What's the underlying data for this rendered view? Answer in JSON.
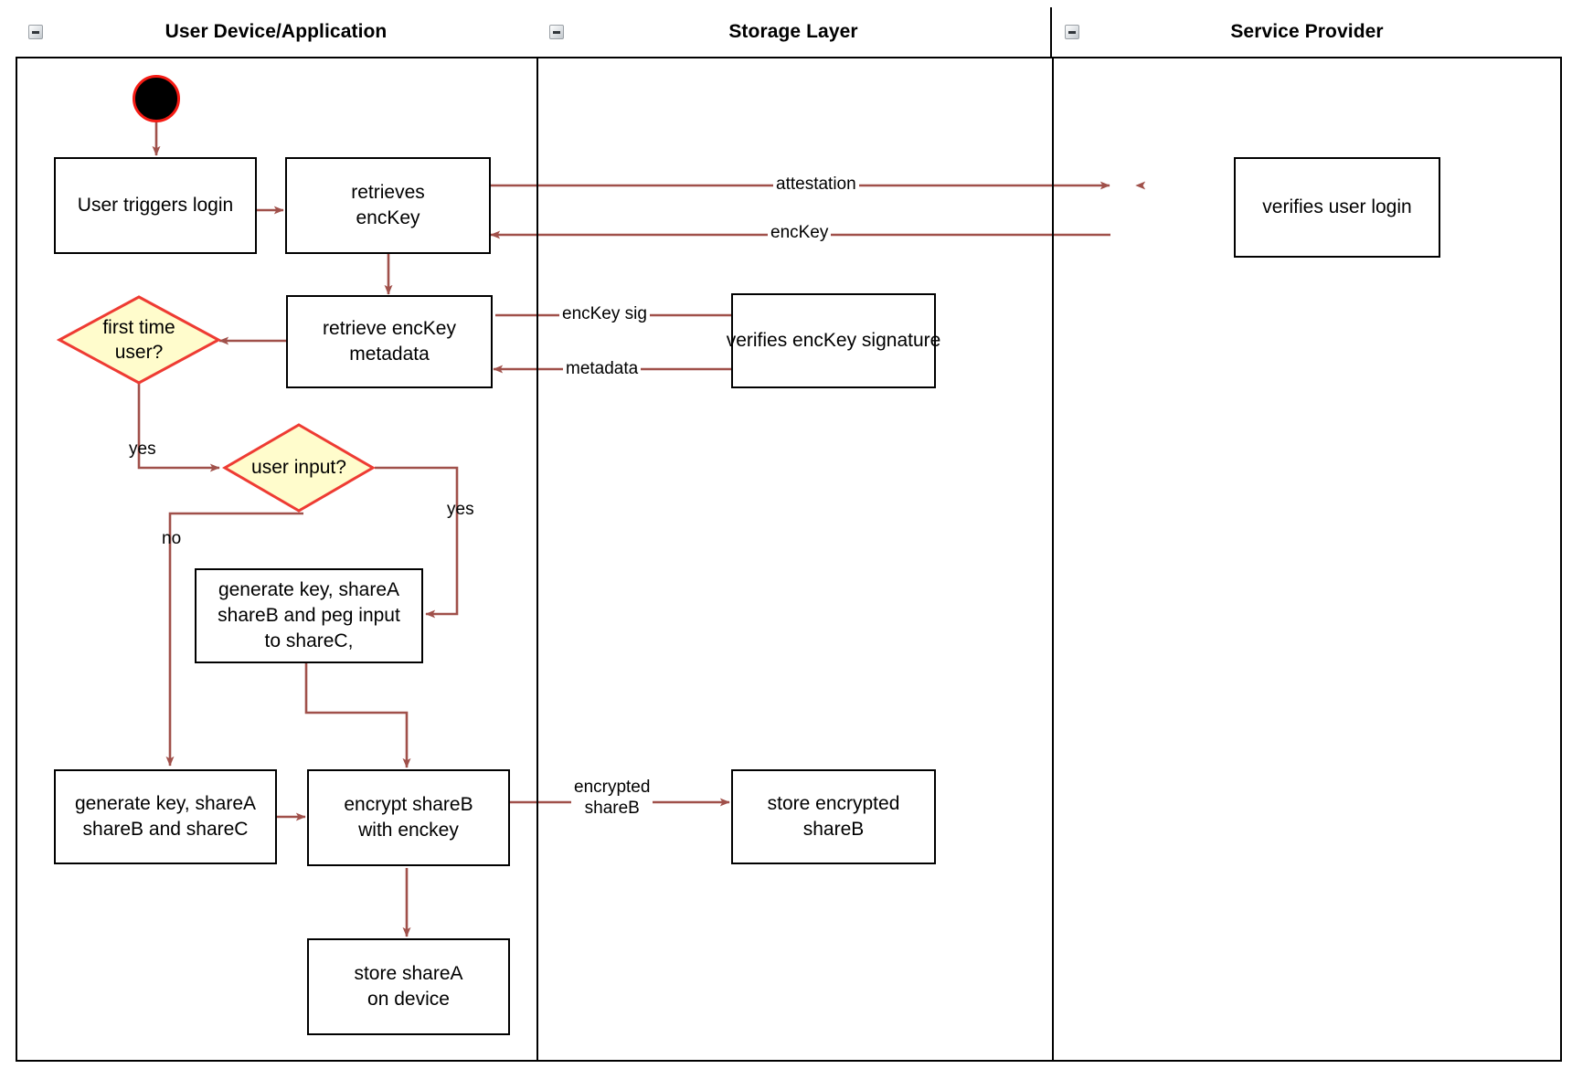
{
  "diagram": {
    "type": "uml-activity-swimlane",
    "title": "Login / key-share provisioning flow",
    "colors": {
      "lane_border": "#000000",
      "node_border": "#000000",
      "node_fill": "#ffffff",
      "decision_fill": "#fffccc",
      "decision_border": "#ee3b33",
      "edge": "#a0504a",
      "start_fill": "#000000",
      "start_border": "#f51b14",
      "text": "#000000",
      "background": "#ffffff"
    }
  },
  "lanes": [
    {
      "id": "user-device",
      "label": "User Device/Application",
      "collapse_icon": "minus-box-icon"
    },
    {
      "id": "storage-layer",
      "label": "Storage Layer",
      "collapse_icon": "minus-box-icon"
    },
    {
      "id": "service-provider",
      "label": "Service Provider",
      "collapse_icon": "minus-box-icon"
    }
  ],
  "nodes": {
    "start": {
      "kind": "initial-node",
      "label": ""
    },
    "user_triggers_login": {
      "kind": "action",
      "label": "User triggers login"
    },
    "retrieves_enckey": {
      "kind": "action",
      "label": "retrieves\nencKey"
    },
    "retrieve_enckey_metadata": {
      "kind": "action",
      "label": "retrieve encKey\nmetadata"
    },
    "first_time_user": {
      "kind": "decision",
      "label": "first time\nuser?"
    },
    "user_input": {
      "kind": "decision",
      "label": "user input?"
    },
    "generate_peg": {
      "kind": "action",
      "label": "generate key, shareA\nshareB and peg input\nto shareC,"
    },
    "generate_shares": {
      "kind": "action",
      "label": "generate key, shareA\nshareB and shareC"
    },
    "encrypt_shareb": {
      "kind": "action",
      "label": "encrypt shareB\nwith enckey"
    },
    "store_sharea": {
      "kind": "action",
      "label": "store shareA\non device"
    },
    "verifies_signature": {
      "kind": "action",
      "label": "verifies encKey signature"
    },
    "store_encrypted_shareb": {
      "kind": "action",
      "label": "store encrypted\nshareB"
    },
    "verifies_user_login": {
      "kind": "action",
      "label": "verifies user login"
    }
  },
  "node_lines": {
    "retrieves_enckey": [
      "retrieves",
      "encKey"
    ],
    "retrieve_enckey_metadata": [
      "retrieve encKey",
      "metadata"
    ],
    "first_time_user": [
      "first time",
      "user?"
    ],
    "generate_peg": [
      "generate key, shareA",
      "shareB and peg input",
      "to shareC,"
    ],
    "generate_shares": [
      "generate key, shareA",
      "shareB and shareC"
    ],
    "encrypt_shareb": [
      "encrypt shareB",
      "with enckey"
    ],
    "store_sharea": [
      "store shareA",
      "on device"
    ],
    "store_encrypted_shareb": [
      "store encrypted",
      "shareB"
    ]
  },
  "edges": [
    {
      "from": "start",
      "to": "user_triggers_login",
      "label": ""
    },
    {
      "from": "user_triggers_login",
      "to": "retrieves_enckey",
      "label": ""
    },
    {
      "from": "retrieves_enckey",
      "to": "verifies_user_login",
      "label": "attestation"
    },
    {
      "from": "verifies_user_login",
      "to": "retrieves_enckey",
      "label": "encKey"
    },
    {
      "from": "retrieves_enckey",
      "to": "retrieve_enckey_metadata",
      "label": ""
    },
    {
      "from": "retrieve_enckey_metadata",
      "to": "verifies_signature",
      "label": "encKey sig"
    },
    {
      "from": "verifies_signature",
      "to": "retrieve_enckey_metadata",
      "label": "metadata"
    },
    {
      "from": "retrieve_enckey_metadata",
      "to": "first_time_user",
      "label": ""
    },
    {
      "from": "first_time_user",
      "to": "user_input",
      "label": "yes"
    },
    {
      "from": "user_input",
      "to": "generate_peg",
      "label": "yes"
    },
    {
      "from": "user_input",
      "to": "generate_shares",
      "label": "no"
    },
    {
      "from": "generate_peg",
      "to": "encrypt_shareb",
      "label": ""
    },
    {
      "from": "generate_shares",
      "to": "encrypt_shareb",
      "label": ""
    },
    {
      "from": "encrypt_shareb",
      "to": "store_encrypted_shareb",
      "label": "encrypted\nshareB"
    },
    {
      "from": "encrypt_shareb",
      "to": "store_sharea",
      "label": ""
    }
  ],
  "edge_labels": {
    "attestation": "attestation",
    "enckey": "encKey",
    "enckey_sig": "encKey sig",
    "metadata": "metadata",
    "yes_first_time": "yes",
    "yes_user_input": "yes",
    "no_user_input": "no",
    "encrypted_shareb_line1": "encrypted",
    "encrypted_shareb_line2": "shareB"
  }
}
